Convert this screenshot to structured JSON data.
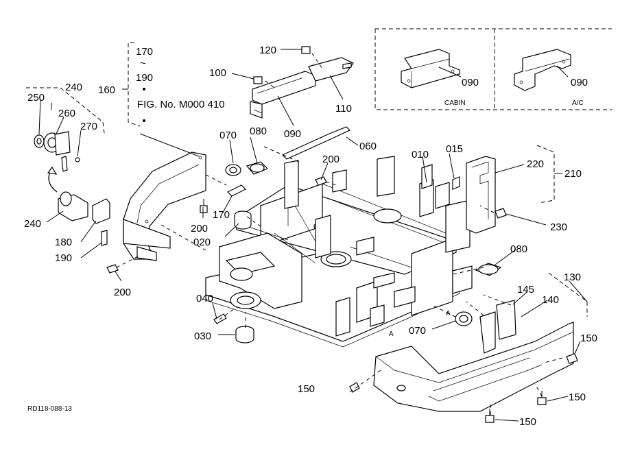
{
  "figure": {
    "fig_reference": "FIG. No. M000 410",
    "range_top": "170",
    "range_tilde": "~",
    "range_bottom": "190",
    "drawing_code": "RD118-088-13",
    "inset_labels": {
      "cabin": "CABIN",
      "ac": "A/C"
    }
  },
  "callouts": {
    "c010": "010",
    "c015": "015",
    "c020": "020",
    "c030": "030",
    "c040": "040",
    "c060": "060",
    "c070_top": "070",
    "c070_bottom": "070",
    "c080_top": "080",
    "c080_right": "080",
    "c090_main": "090",
    "c090_cabin": "090",
    "c090_ac": "090",
    "c100": "100",
    "c110": "110",
    "c120": "120",
    "c130": "130",
    "c140": "140",
    "c145": "145",
    "c150_left": "150",
    "c150_right_top": "150",
    "c150_right_mid": "150",
    "c150_bottom": "150",
    "c160": "160",
    "c170": "170",
    "c180": "180",
    "c190": "190",
    "c200_left": "200",
    "c200_mid": "200",
    "c200_top": "200",
    "c210": "210",
    "c220": "220",
    "c230": "230",
    "c240_top": "240",
    "c240_left": "240",
    "c250": "250",
    "c260": "260",
    "c270": "270"
  }
}
